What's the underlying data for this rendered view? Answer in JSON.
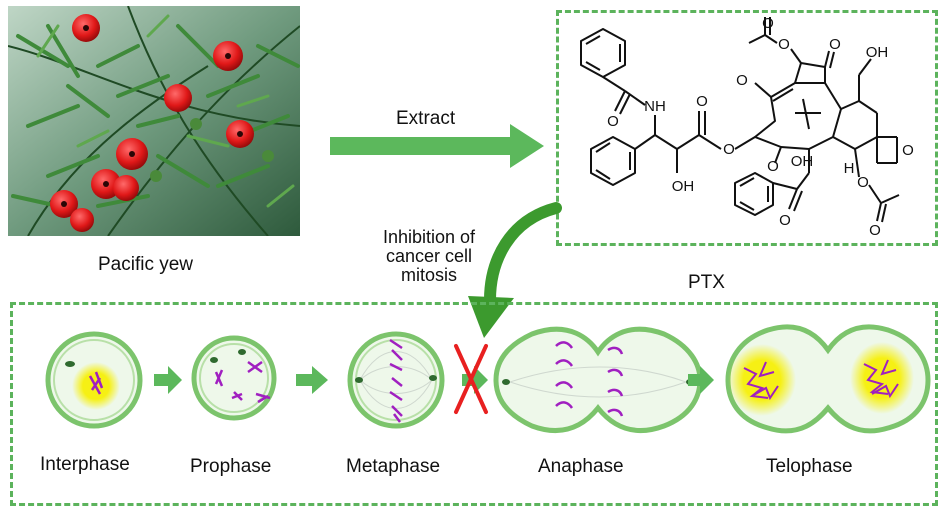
{
  "top": {
    "photo_label": "Pacific yew",
    "extract_label": "Extract",
    "compound_label": "PTX",
    "inhibition_lines": [
      "Inhibition of",
      "cancer cell",
      "mitosis"
    ]
  },
  "molecule": {
    "atoms": [
      "NH",
      "O",
      "O",
      "OH",
      "O",
      "O",
      "O",
      "OH",
      "O",
      "O",
      "O",
      "H",
      "OH",
      "O",
      "O",
      "O",
      "O"
    ]
  },
  "phases": [
    {
      "label": "Interphase"
    },
    {
      "label": "Prophase"
    },
    {
      "label": "Metaphase"
    },
    {
      "label": "Anaphase"
    },
    {
      "label": "Telophase"
    }
  ],
  "colors": {
    "arrow_green": "#5cb85c",
    "dashed_border": "#5cb35c",
    "cell_fill": "#eaf6e3",
    "cell_stroke": "#7cc46c",
    "chromosome": "#a020c0",
    "nucleus_yellow": "#f6f014",
    "block_cross": "#e82020"
  }
}
